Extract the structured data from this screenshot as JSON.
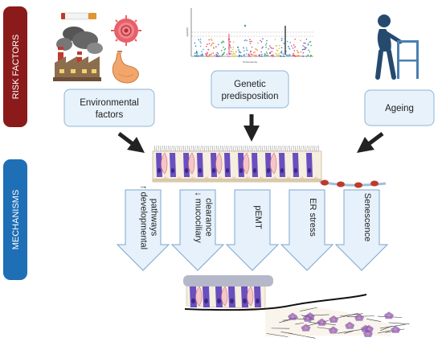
{
  "sidebar": {
    "risk_label": "RISK FACTORS",
    "mechanisms_label": "MECHANISMS",
    "risk_color": "#8b1a1a",
    "mechanisms_color": "#1e6fb5"
  },
  "risk_factors": [
    {
      "label_lines": [
        "Environmental",
        "factors"
      ],
      "icons": [
        "cigarette-icon",
        "virus-icon",
        "factory-icon",
        "stomach-icon"
      ]
    },
    {
      "label_lines": [
        "Genetic",
        "predisposition"
      ],
      "icons": [
        "manhattan-plot-icon"
      ]
    },
    {
      "label_lines": [
        "Ageing"
      ],
      "icons": [
        "elderly-walker-icon"
      ]
    }
  ],
  "manhattan_plot": {
    "xlabel": "Chromosome",
    "ylabel": "-log10(P)"
  },
  "mechanisms": [
    {
      "label_lines": [
        "↑ developmental",
        "pathways"
      ]
    },
    {
      "label_lines": [
        "↓ mucociliary",
        "clearance"
      ]
    },
    {
      "label_lines": [
        "pEMT"
      ]
    },
    {
      "label_lines": [
        "ER stress"
      ]
    },
    {
      "label_lines": [
        "Senescence"
      ]
    }
  ],
  "colors": {
    "box_fill": "#e8f2fb",
    "box_stroke": "#8fb4d6",
    "arrow_fill": "#e6f1fb",
    "arrow_stroke": "#7ea6cc",
    "epithelium_purple": "#6a4fc0",
    "goblet_pink": "#f5c6c8",
    "fibrosis_purple": "#8a5bb0"
  }
}
